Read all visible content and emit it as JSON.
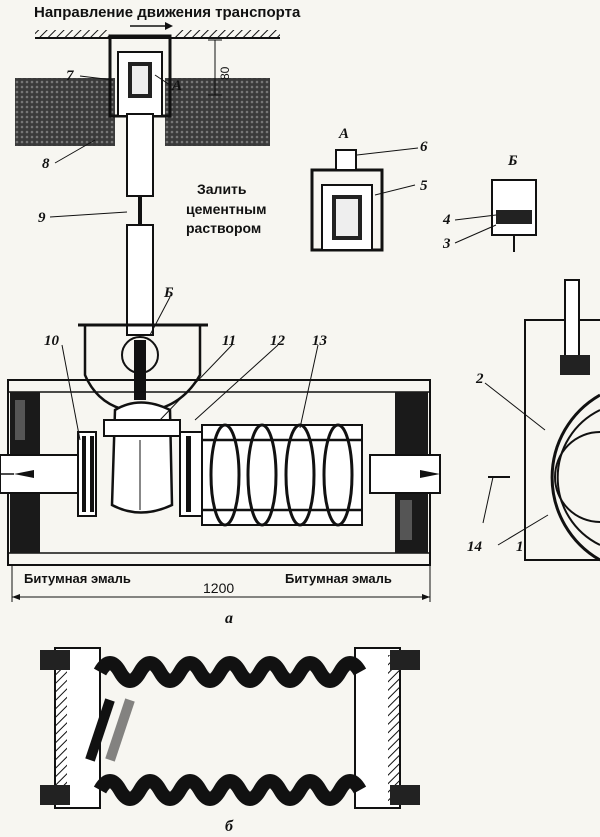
{
  "header": {
    "direction": "Направление движения транспорта"
  },
  "labels": {
    "pour_line1": "Залить",
    "pour_line2": "цементным",
    "pour_line3": "раствором",
    "enamel_left": "Битумная эмаль",
    "enamel_right": "Битумная эмаль",
    "dim_length": "1200",
    "dim_depth": "80"
  },
  "views": {
    "a": "А",
    "b": "Б",
    "a2": "А",
    "b2": "Б"
  },
  "parts": [
    "1",
    "2",
    "3",
    "4",
    "5",
    "6",
    "7",
    "8",
    "9",
    "10",
    "11",
    "12",
    "13",
    "14"
  ],
  "captions": {
    "fig_a": "а",
    "fig_b": "б"
  },
  "colors": {
    "ink": "#111111",
    "paper": "#f7f6f1",
    "hatch": "#2a2a2a"
  }
}
